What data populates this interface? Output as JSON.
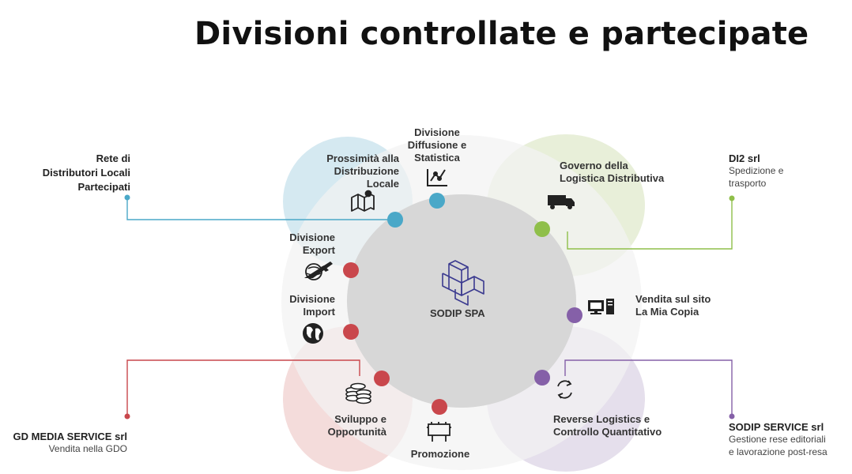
{
  "title": "Divisioni controllate e partecipate",
  "center": {
    "name": "SODIP SPA",
    "logo_icon": "sodip-cube-logo-icon"
  },
  "colors": {
    "blue": "#4aa8c8",
    "green": "#8fbf4a",
    "red": "#c9474c",
    "purple": "#8560a8",
    "petal_blue": "#d5e9f1",
    "petal_green": "#e8efd9",
    "petal_red": "#f4dcdb",
    "petal_purple": "#e5dfec",
    "ring": "#f1f1f1",
    "core": "#d6d6d6"
  },
  "divisions": {
    "diffusione": {
      "label": "Divisione\nDiffusione e\nStatistica",
      "icon": "chart-icon"
    },
    "prossimita": {
      "label": "Prossimità alla\nDistribuzione\nLocale",
      "icon": "map-icon"
    },
    "governo": {
      "label": "Governo della\nLogistica Distributiva",
      "icon": "truck-icon"
    },
    "export": {
      "label": "Divisione\nExport",
      "icon": "airplane-globe-icon"
    },
    "import": {
      "label": "Divisione\nImport",
      "icon": "globe-icon"
    },
    "vendita": {
      "label": "Vendita sul sito\nLa Mia Copia",
      "icon": "computer-icon"
    },
    "sviluppo": {
      "label": "Sviluppo e\nOpportunità",
      "icon": "coins-icon"
    },
    "promozione": {
      "label": "Promozione",
      "icon": "billboard-icon"
    },
    "reverse": {
      "label": "Reverse Logistics e\nControllo Quantitativo",
      "icon": "recycle-arrows-icon"
    }
  },
  "external": {
    "rete": {
      "title": "Rete di\nDistributori Locali\nPartecipati"
    },
    "di2": {
      "title": "DI2 srl",
      "desc": "Spedizione e\ntrasporto"
    },
    "gdmedia": {
      "title": "GD MEDIA SERVICE srl",
      "desc": "Vendita nella GDO"
    },
    "sodip_service": {
      "title": "SODIP SERVICE srl",
      "desc": "Gestione rese editoriali\ne lavorazione post-resa"
    }
  }
}
